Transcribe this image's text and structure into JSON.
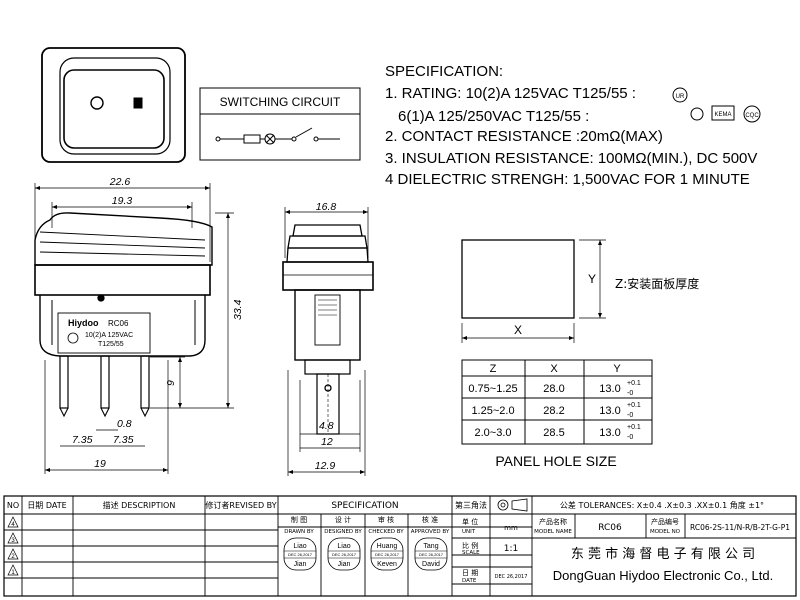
{
  "spec": {
    "heading": "SPECIFICATION:",
    "line1": "1. RATING: 10(2)A 125VAC T125/55 :",
    "line2": "6(1)A 125/250VAC T125/55 :",
    "line3": "2. CONTACT RESISTANCE :20mΩ(MAX)",
    "line4": "3. INSULATION RESISTANCE: 100MΩ(MIN.), DC 500V",
    "line5": "4 DIELECTRIC STRENGH: 1,500VAC FOR 1 MINUTE"
  },
  "switching_circuit": {
    "label": "SWITCHING CIRCUIT"
  },
  "front_view": {
    "dims": {
      "w_outer": "22.6",
      "w_inner": "19.3",
      "height": "33.4",
      "pin_len": "9",
      "pin_w": "0.8",
      "pitch_l": "7.35",
      "pitch_r": "7.35",
      "base": "19"
    },
    "label_brand": "Hiydoo",
    "label_model": "RC06",
    "label_rating": "10(2)A 125VAC",
    "label_temp": "T125/55"
  },
  "side_view": {
    "dims": {
      "top": "16.8",
      "pin_h": "4.8",
      "w12": "12",
      "w129": "12.9"
    }
  },
  "panel": {
    "note": "Z:安装面板厚度",
    "x_label": "X",
    "y_label": "Y",
    "table_headers": [
      "Z",
      "X",
      "Y"
    ],
    "rows": [
      [
        "0.75~1.25",
        "28.0",
        "13.0"
      ],
      [
        "1.25~2.0",
        "28.2",
        "13.0"
      ],
      [
        "2.0~3.0",
        "28.5",
        "13.0"
      ]
    ],
    "tol_upper": "+0.1",
    "tol_lower": "-0",
    "caption": "PANEL HOLE SIZE"
  },
  "titleblock": {
    "h_no": "NO",
    "h_date": "日期 DATE",
    "h_desc": "描述 DESCRIPTION",
    "h_rev": "修订者REVISED BY",
    "h_spec": "SPECIFICATION",
    "h_angle": "第三角法",
    "tolerance": "公差 TOLERANCES: X±0.4 .X±0.3 .XX±0.1 角度 ±1°",
    "rows": [
      "4",
      "3",
      "2",
      "1"
    ],
    "drawn": "制 图",
    "drawn_en": "DRAWN BY",
    "designed": "设 计",
    "designed_en": "DESIGNED BY",
    "checked": "审 核",
    "checked_en": "CHECKED BY",
    "approved": "核 准",
    "approved_en": "APPROVED BY",
    "unit": "单 位",
    "unit_en": "UNIT",
    "unit_val": "mm",
    "scale": "比 例",
    "scale_en": "SCALE",
    "scale_val": "1:1",
    "date_lbl": "日 期",
    "date_en": "DATE",
    "date_val": "DEC 26,2017",
    "model_name_lbl": "产品名称",
    "model_name_en": "MODEL NAME",
    "model_name_val": "RC06",
    "model_no_lbl": "产品编号",
    "model_no_en": "MODEL NO",
    "model_no_val": "RC06-2S-11/N-R/B-2T-G-P1",
    "stamps": [
      {
        "top": "Liao",
        "date": "DEC 26,2017",
        "bottom": "Jian"
      },
      {
        "top": "Liao",
        "date": "DEC 26,2017",
        "bottom": "Jian"
      },
      {
        "top": "Huang",
        "date": "DEC 26,2017",
        "bottom": "Keven"
      },
      {
        "top": "Tang",
        "date": "DEC 26,2017",
        "bottom": "David"
      }
    ],
    "company_cn": "东 莞 市 海 督 电 子 有 限 公 司",
    "company_en": "DongGuan Hiydoo Electronic Co., Ltd."
  }
}
